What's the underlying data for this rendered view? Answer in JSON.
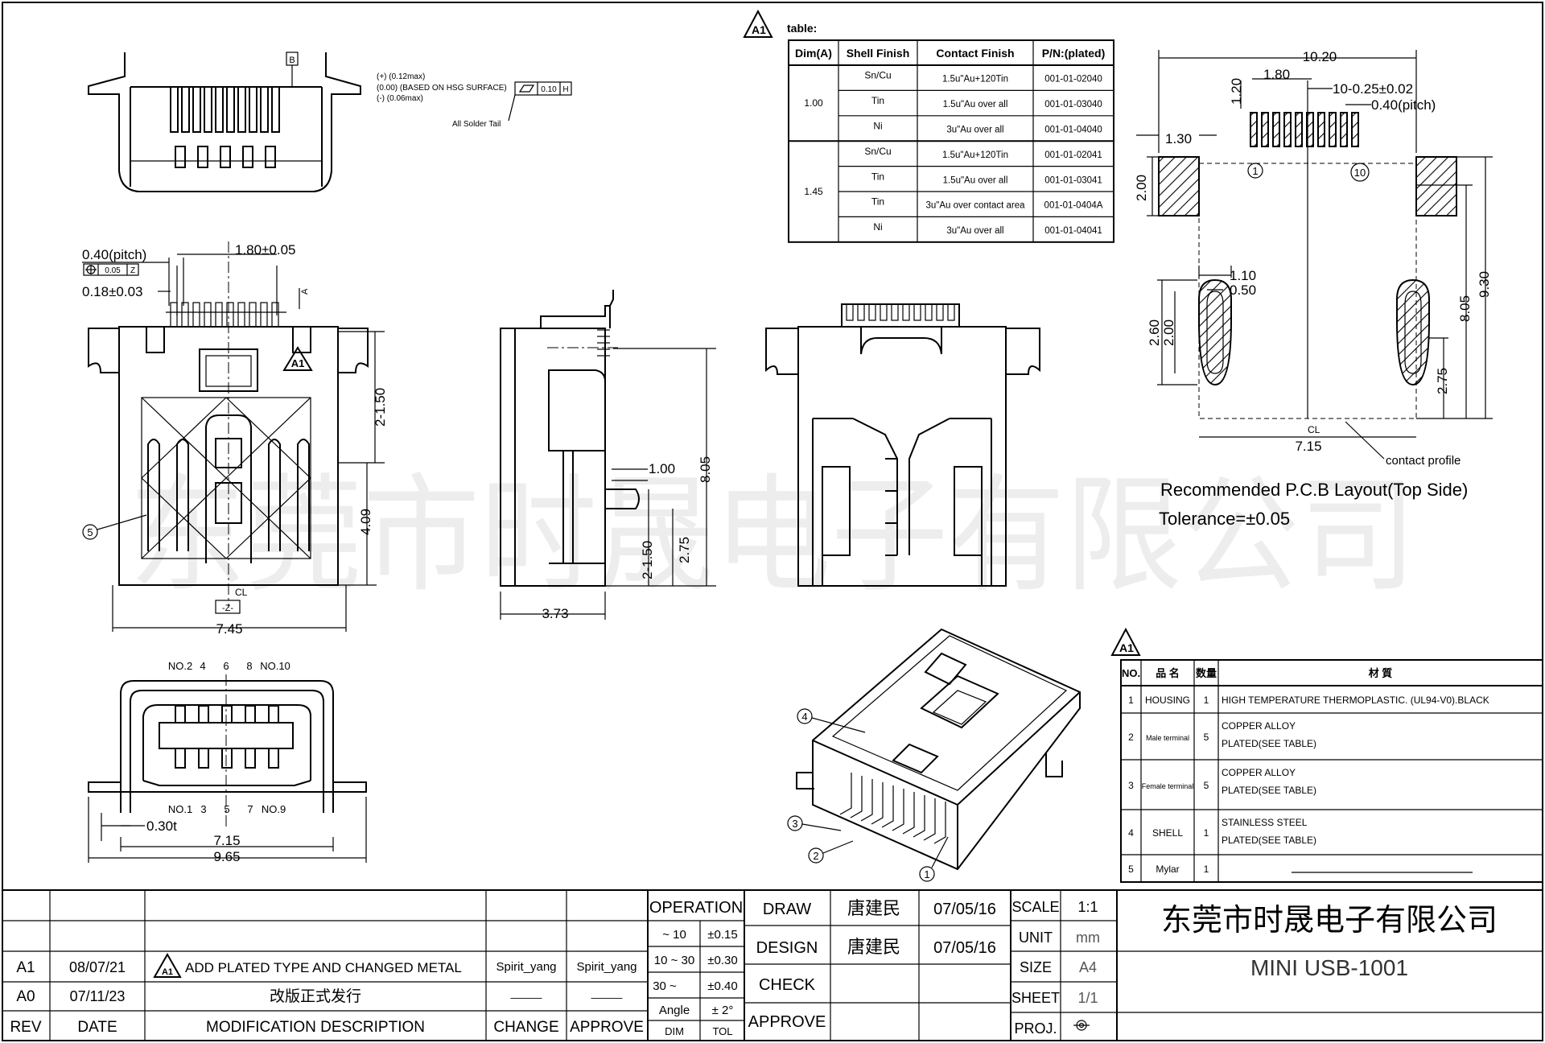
{
  "rev_mark": "A1",
  "notes": {
    "coplanarity": [
      "(+) (0.12max)",
      "(0.00) (BASED ON HSG SURFACE)",
      "(-) (0.06max)"
    ],
    "datum_b": "B",
    "fcf_value": "0.10",
    "fcf_datum": "H",
    "solder_tail": "All Solder Tail"
  },
  "finish_table": {
    "title": "table:",
    "headers": [
      "Dim(A)",
      "Shell Finish",
      "Contact Finish",
      "P/N:(plated)"
    ],
    "groups": [
      {
        "dim": "1.00",
        "rows": [
          {
            "shell": "Sn/Cu",
            "contact": "1.5u\"Au+120Tin",
            "pn": "001-01-02040"
          },
          {
            "shell": "Tin",
            "contact": "1.5u\"Au over all",
            "pn": "001-01-03040"
          },
          {
            "shell": "Ni",
            "contact": "3u\"Au over all",
            "pn": "001-01-04040"
          }
        ]
      },
      {
        "dim": "1.45",
        "rows": [
          {
            "shell": "Sn/Cu",
            "contact": "1.5u\"Au+120Tin",
            "pn": "001-01-02041"
          },
          {
            "shell": "Tin",
            "contact": "1.5u\"Au over all",
            "pn": "001-01-03041"
          },
          {
            "shell": "Tin",
            "contact": "3u\"Au over contact area",
            "pn": "001-01-0404A"
          },
          {
            "shell": "Ni",
            "contact": "3u\"Au over all",
            "pn": "001-01-04041"
          }
        ]
      }
    ]
  },
  "front_view": {
    "pitch": "0.40(pitch)",
    "pos_tol": "0.05",
    "pos_datum": "Z",
    "width_1_80": "1.80±0.05",
    "lead_width": "0.18±0.03",
    "datum_a": "A",
    "dim_1_50": "2-1.50",
    "dim_4_09": "4.09",
    "balloon_5": "5",
    "cl": "CL",
    "datum_z": "-Z-",
    "width_7_45": "7.45"
  },
  "side_view": {
    "dim_1_00": "1.00",
    "dim_8_05": "8.05",
    "dim_1_50": "2-1.50",
    "dim_2_75": "2.75",
    "dim_3_73": "3.73"
  },
  "bottom_view": {
    "top_pins": [
      "NO.2",
      "4",
      "6",
      "8",
      "NO.10"
    ],
    "bottom_pins": [
      "NO.1",
      "3",
      "5",
      "7",
      "NO.9"
    ],
    "thickness": "0.30t",
    "width_7_15": "7.15",
    "width_9_65": "9.65"
  },
  "pcb": {
    "width_10_20": "10.20",
    "dim_1_80": "1.80",
    "dim_1_20": "1.20",
    "pad_spec": "10-0.25±0.02",
    "pitch": "0.40(pitch)",
    "dim_1_30": "1.30",
    "dim_2_00": "2.00",
    "pin1": "1",
    "pin10": "10",
    "dim_1_10": "1.10",
    "dim_0_50": "0.50",
    "dim_2_60": "2.60",
    "dim_2_00b": "2.00",
    "dim_9_30": "9.30",
    "dim_8_05": "8.05",
    "dim_2_75": "2.75",
    "cl": "CL",
    "width_7_15": "7.15",
    "contact_profile": "contact profile",
    "title": "Recommended P.C.B Layout(Top Side)",
    "tolerance": "Tolerance=±0.05"
  },
  "iso_balloons": [
    "4",
    "3",
    "2",
    "1"
  ],
  "watermark": "东莞市时晟电子有限公司",
  "bom": {
    "headers": [
      "NO.",
      "品 名",
      "数量",
      "材 質"
    ],
    "rows": [
      {
        "no": "1",
        "name": "HOUSING",
        "qty": "1",
        "material": [
          "HIGH TEMPERATURE THERMOPLASTIC. (UL94-V0).BLACK"
        ]
      },
      {
        "no": "2",
        "name": "Male terminal",
        "qty": "5",
        "material": [
          "COPPER ALLOY",
          "PLATED(SEE TABLE)"
        ]
      },
      {
        "no": "3",
        "name": "Female terminal",
        "qty": "5",
        "material": [
          "COPPER ALLOY",
          "PLATED(SEE TABLE)"
        ]
      },
      {
        "no": "4",
        "name": "SHELL",
        "qty": "1",
        "material": [
          "STAINLESS STEEL",
          "PLATED(SEE TABLE)"
        ]
      },
      {
        "no": "5",
        "name": "Mylar",
        "qty": "1",
        "material": [
          ""
        ]
      }
    ]
  },
  "title_block": {
    "rev_rows": [
      {
        "rev": "A1",
        "date": "08/07/21",
        "desc": "ADD PLATED TYPE AND CHANGED METAL",
        "change": "Spirit_yang",
        "approve": "Spirit_yang"
      },
      {
        "rev": "A0",
        "date": "07/11/23",
        "desc": "改版正式发行",
        "change": "———",
        "approve": "———"
      }
    ],
    "rev_headers": {
      "rev": "REV",
      "date": "DATE",
      "desc": "MODIFICATION  DESCRIPTION",
      "change": "CHANGE",
      "approve": "APPROVE"
    },
    "operation": "OPERATION",
    "tolerances": [
      {
        "range": "~ 10",
        "tol": "±0.15"
      },
      {
        "range": "10 ~ 30",
        "tol": "±0.30"
      },
      {
        "range": "30 ~",
        "tol": "±0.40"
      },
      {
        "range": "Angle",
        "tol": "± 2°"
      }
    ],
    "dim_label": "DIM",
    "tol_label": "TOL",
    "draw": "DRAW",
    "design": "DESIGN",
    "check": "CHECK",
    "approve": "APPROVE",
    "drawer": "唐建民",
    "designer": "唐建民",
    "draw_date": "07/05/16",
    "design_date": "07/05/16",
    "scale_label": "SCALE",
    "scale": "1:1",
    "unit_label": "UNIT",
    "unit": "mm",
    "size_label": "SIZE",
    "size": "A4",
    "sheet_label": "SHEET",
    "sheet": "1/1",
    "proj_label": "PROJ.",
    "company": "东莞市时晟电子有限公司",
    "part_name": "MINI USB-1001"
  }
}
